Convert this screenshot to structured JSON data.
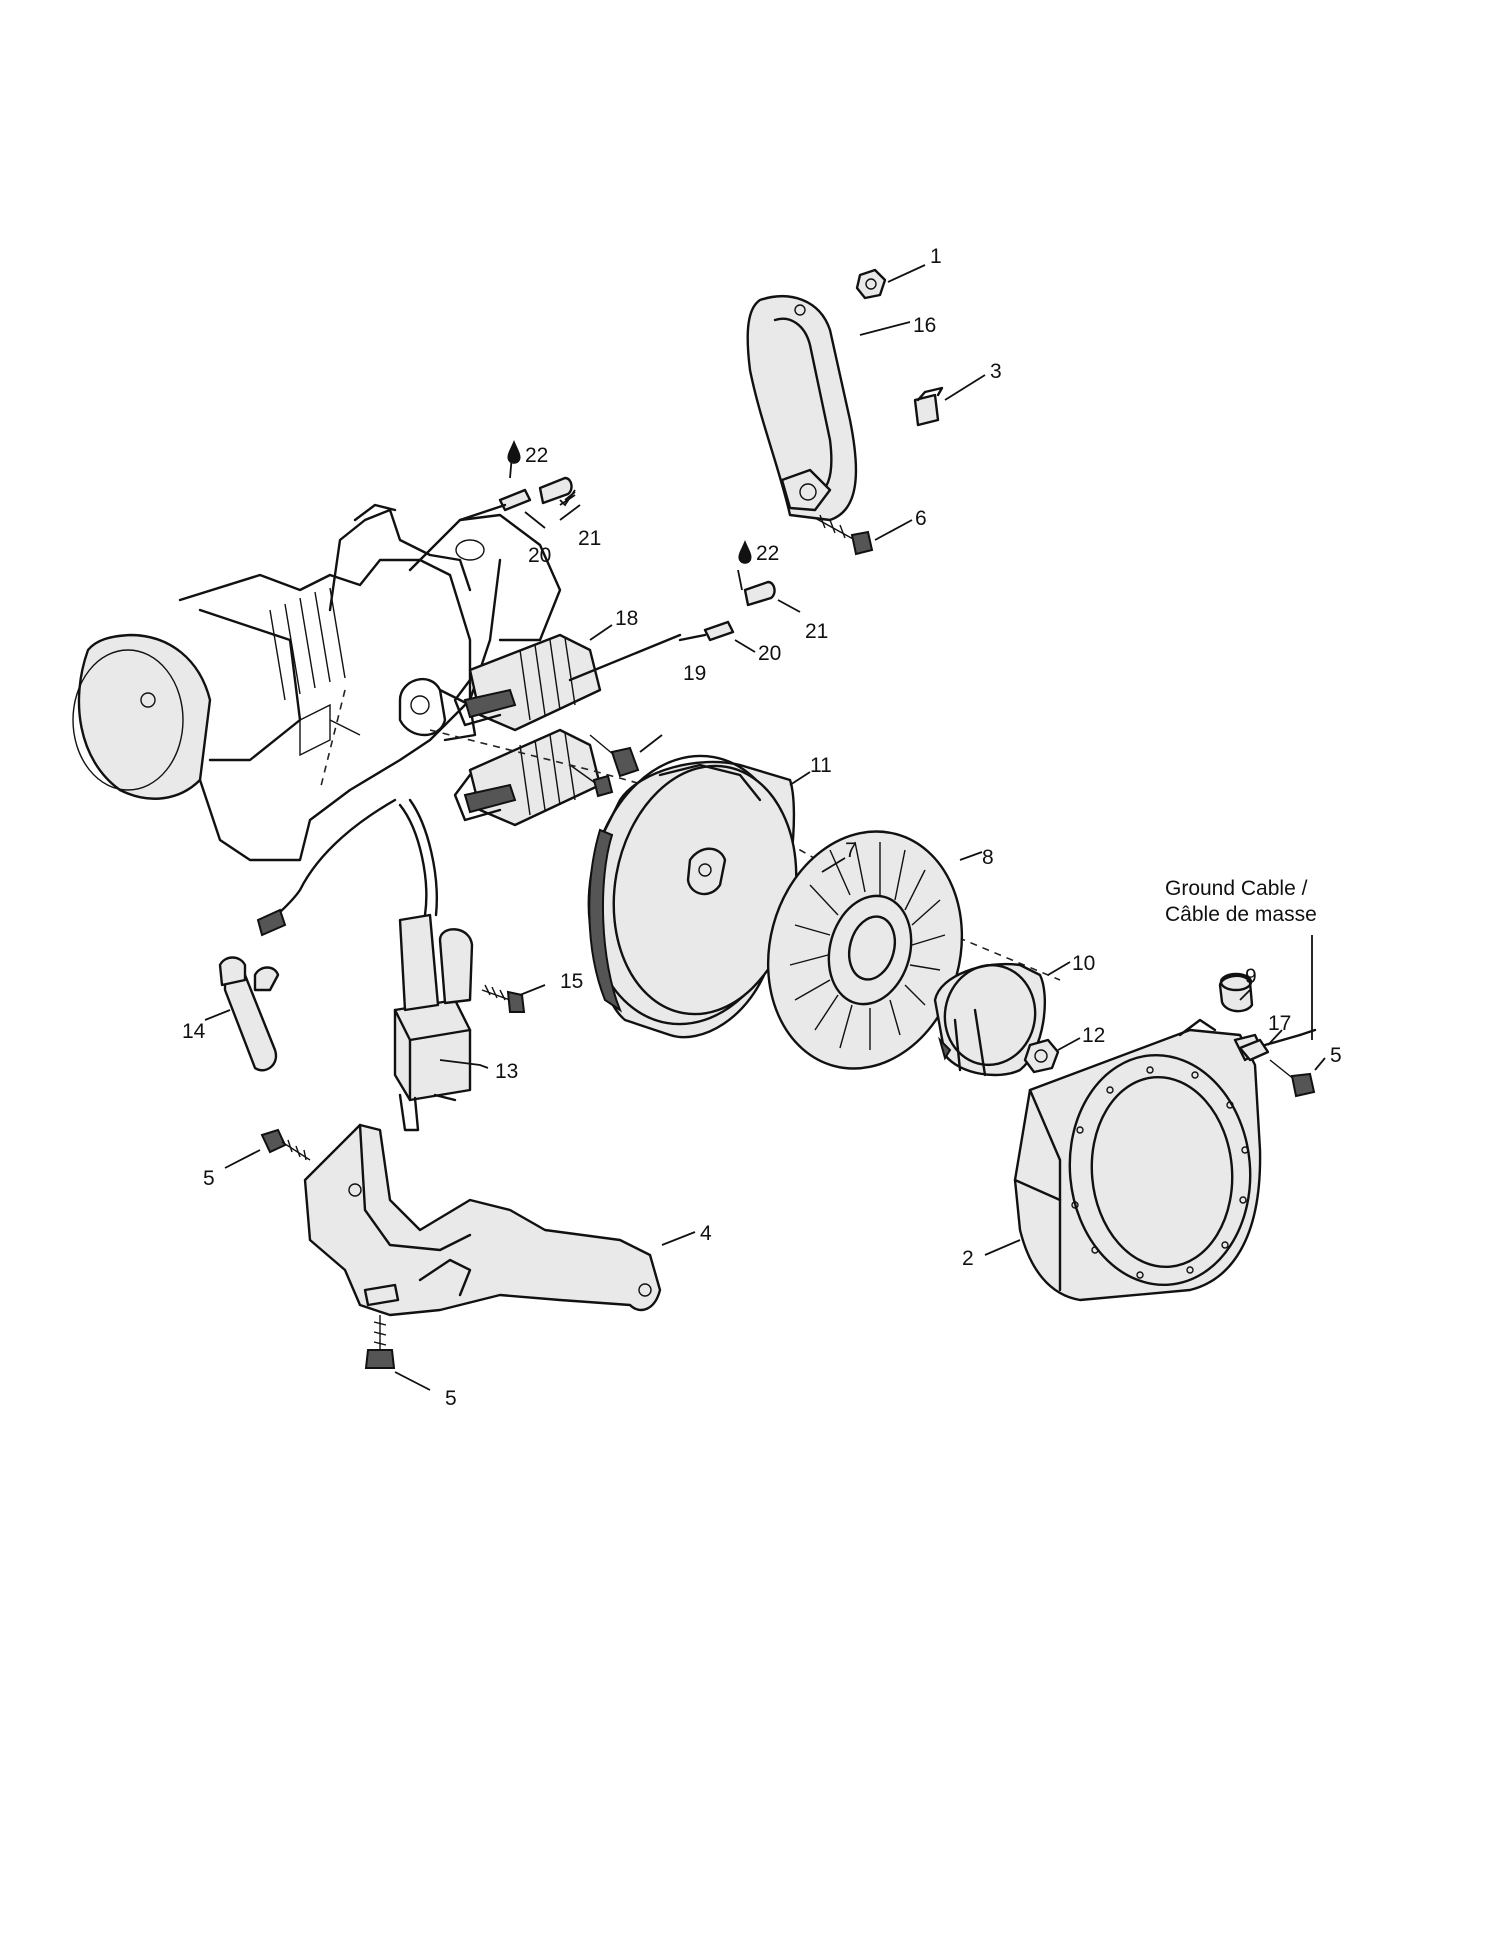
{
  "callouts": {
    "c1": "1",
    "c2": "2",
    "c3": "3",
    "c4": "4",
    "c5a": "5",
    "c5b": "5",
    "c5c": "5",
    "c6": "6",
    "c7": "7",
    "c8": "8",
    "c9": "9",
    "c10": "10",
    "c11": "11",
    "c12": "12",
    "c13": "13",
    "c14": "14",
    "c15": "15",
    "c16": "16",
    "c17": "17",
    "c18": "18",
    "c19": "19",
    "c20a": "20",
    "c20b": "20",
    "c21a": "21",
    "c21b": "21",
    "c22a": "22",
    "c22b": "22"
  },
  "note": {
    "line1": "Ground Cable /",
    "line2": "Câble de masse"
  },
  "icons": {
    "lubricant": "oil-drop-icon"
  }
}
